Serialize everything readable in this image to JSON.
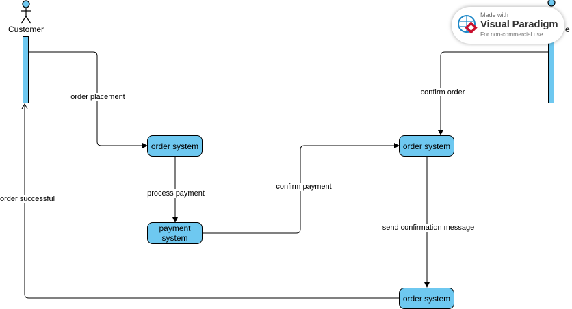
{
  "diagram": {
    "actors": {
      "customer": "Customer",
      "right_actor_tail": "e"
    },
    "nodes": {
      "order_system_1": "order system",
      "payment_system_line1": "payment",
      "payment_system_line2": "system",
      "order_system_2": "order system",
      "order_system_3": "order system"
    },
    "edges": {
      "order_placement": "order placement",
      "process_payment": "process payment",
      "confirm_payment": "confirm payment",
      "confirm_order": "confirm order",
      "send_confirmation": "send confirmation message",
      "order_successful": "order successful"
    }
  },
  "watermark": {
    "made_with": "Made with",
    "brand": "Visual Paradigm",
    "note": "For non-commercial use"
  },
  "colors": {
    "node_fill": "#6ec8f0",
    "stroke": "#000000",
    "watermark_red": "#c8102e",
    "watermark_blue": "#1e88c8"
  }
}
